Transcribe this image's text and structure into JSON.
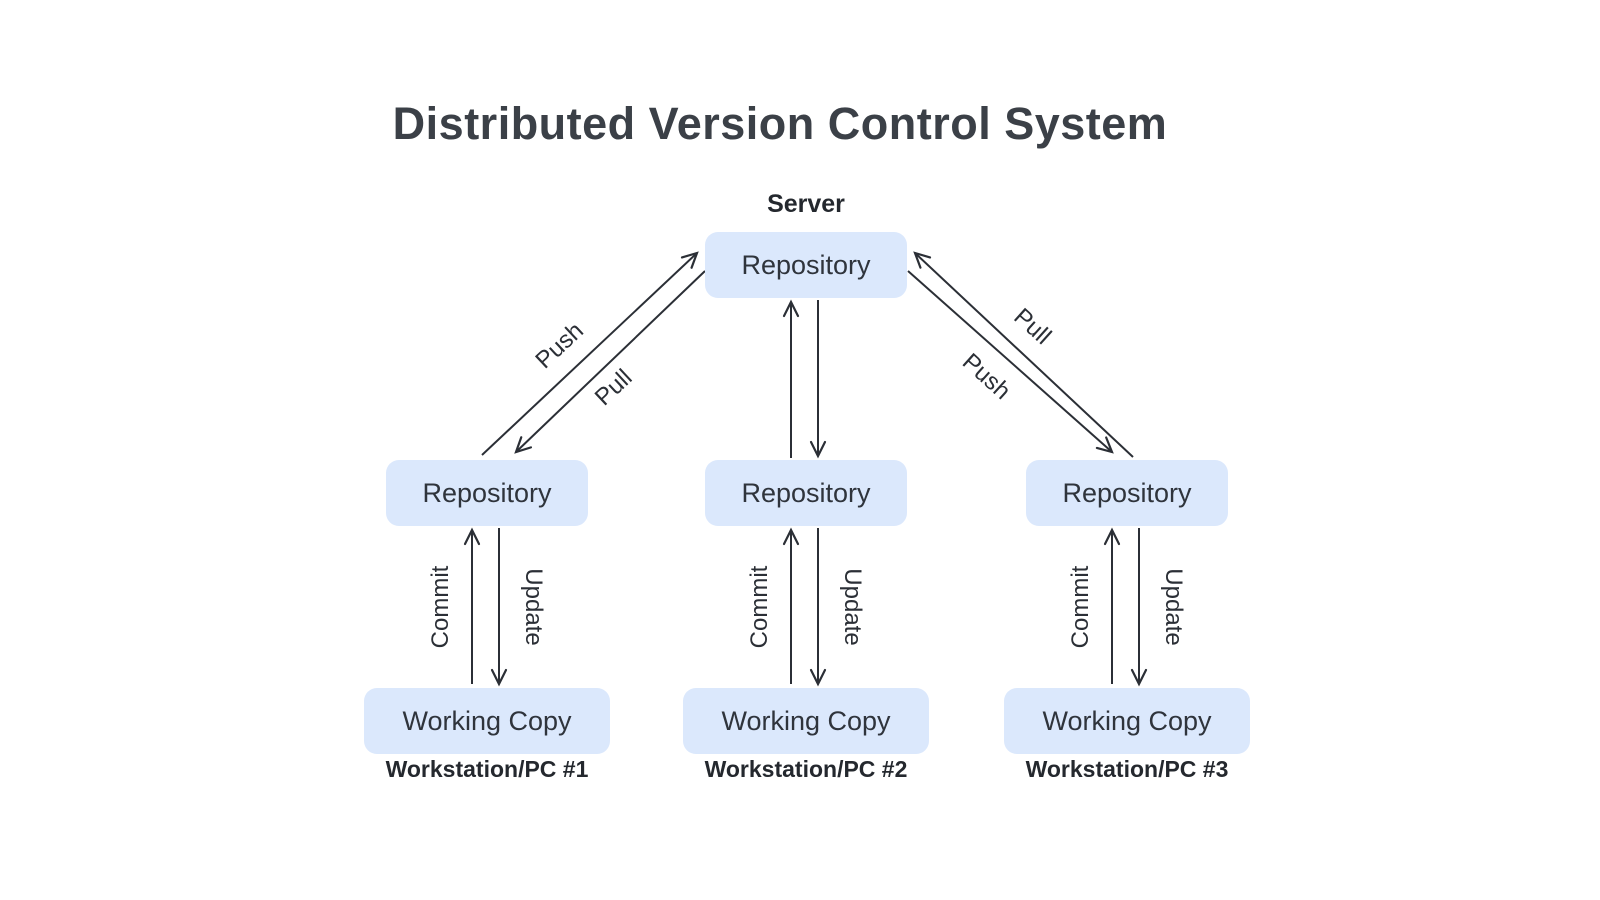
{
  "title": "Distributed Version Control System",
  "server": {
    "label": "Server",
    "repository": "Repository"
  },
  "connections": {
    "left": {
      "push": "Push",
      "pull": "Pull"
    },
    "right": {
      "pull": "Pull",
      "push": "Push"
    }
  },
  "workstations": [
    {
      "repository": "Repository",
      "working_copy": "Working Copy",
      "label": "Workstation/PC #1",
      "commit": "Commit",
      "update": "Update"
    },
    {
      "repository": "Repository",
      "working_copy": "Working Copy",
      "label": "Workstation/PC #2",
      "commit": "Commit",
      "update": "Update"
    },
    {
      "repository": "Repository",
      "working_copy": "Working Copy",
      "label": "Workstation/PC #3",
      "commit": "Commit",
      "update": "Update"
    }
  ],
  "colors": {
    "background": "#ffffff",
    "box_fill": "#dbe8fc",
    "box_text": "#2f343c",
    "arrow": "#2b2f36",
    "title_text": "#3b4047"
  }
}
